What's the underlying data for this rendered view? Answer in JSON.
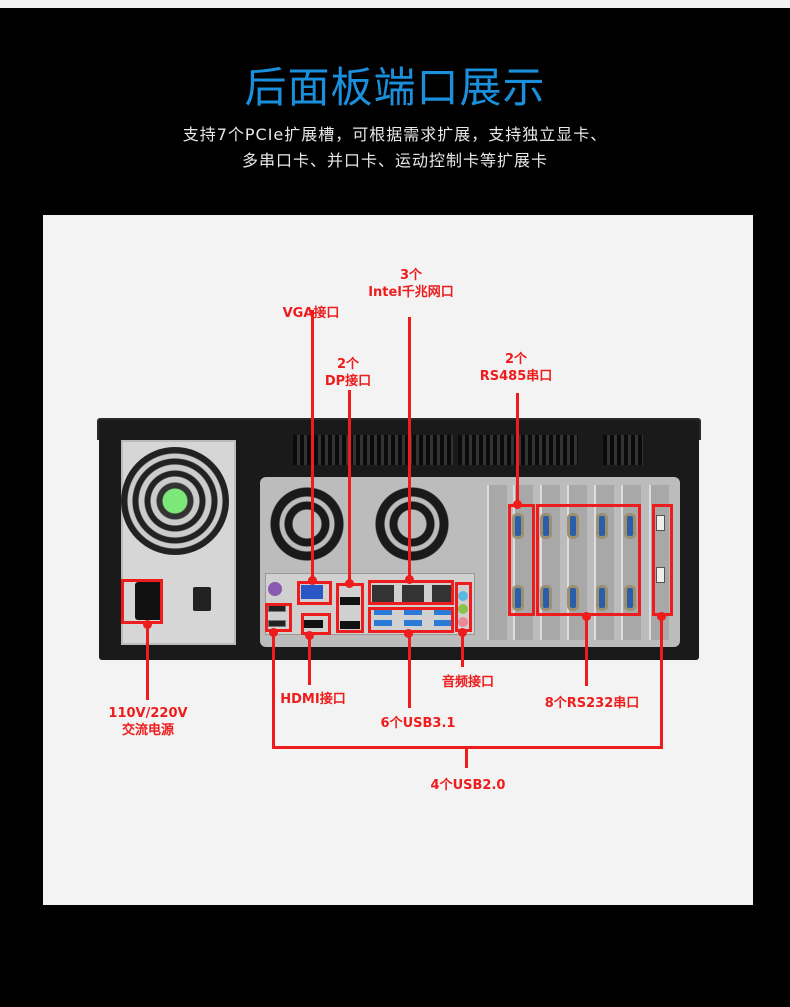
{
  "header": {
    "title": "后面板端口展示",
    "subtitle_line1": "支持7个PCIe扩展槽，可根据需求扩展，支持独立显卡、",
    "subtitle_line2": "多串口卡、并口卡、运动控制卡等扩展卡"
  },
  "colors": {
    "title": "#1a8fdc",
    "callout": "#ee1c1c",
    "background": "#000000",
    "panel": "#f3f3f3"
  },
  "callouts": {
    "intel_lan_count": "3个",
    "intel_lan": "Intel千兆网口",
    "vga": "VGA接口",
    "dp_count": "2个",
    "dp": "DP接口",
    "rs485_count": "2个",
    "rs485": "RS485串口",
    "power_line1": "110V/220V",
    "power_line2": "交流电源",
    "hdmi": "HDMI接口",
    "usb31": "6个USB3.1",
    "audio": "音频接口",
    "rs232": "8个RS232串口",
    "usb20": "4个USB2.0"
  }
}
